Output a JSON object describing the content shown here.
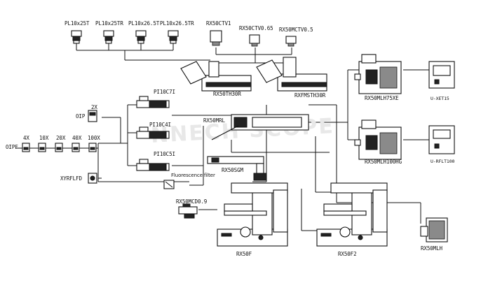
{
  "watermark": "NNECH SCOPE",
  "eyepieces": [
    "PL10x25T",
    "PL10x25TR",
    "PL10x26.5T",
    "PL10x26.5TR"
  ],
  "camera_adapters": [
    "RX50CTV1",
    "RX50CTV0.65",
    "RX50MCTV0.5"
  ],
  "tubes": [
    "RX50TH30R",
    "RXFMSTH30R"
  ],
  "illuminator_left": "RX50MRL",
  "fluorescence": [
    "PI10C7I",
    "PI10C4I",
    "PI10C5I"
  ],
  "fluorescence_filter": "Fluorescence filter",
  "oip": "OIP",
  "oip_mag": "2X",
  "oipf": "OIPF",
  "objectives": [
    "4X",
    "10X",
    "20X",
    "40X",
    "100X"
  ],
  "xyrflfd": "XYRFLFD",
  "lamp_houses": [
    "RX50MLH75XE",
    "RX50MLH100HG"
  ],
  "power_supplies": [
    "U-XET15",
    "U-RFLT100"
  ],
  "stage": "RX50SGM",
  "mcd": "RX50MCD0.9",
  "bodies": [
    "RX50F",
    "RX50F2"
  ],
  "halogen": "RX50MLH"
}
